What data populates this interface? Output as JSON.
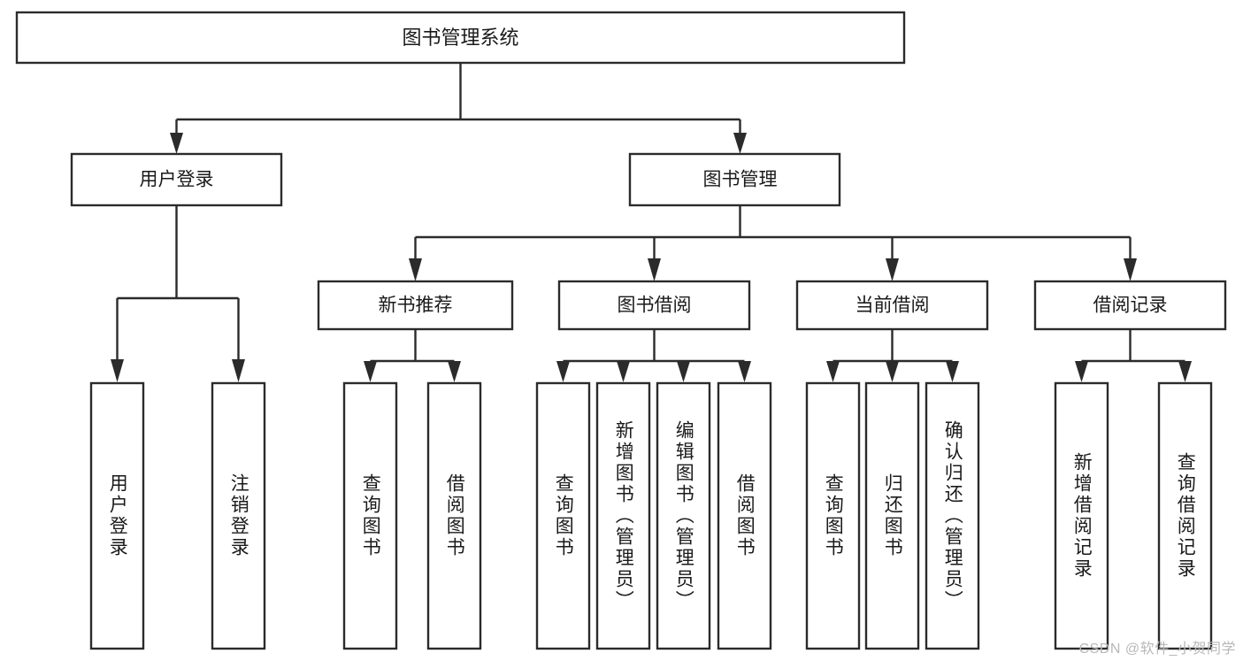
{
  "diagram": {
    "type": "tree",
    "title": "图书管理系统",
    "watermark": "CSDN @软件_小贺同学",
    "colors": {
      "stroke": "#2b2b2b",
      "fill": "#ffffff",
      "text": "#1a1a1a",
      "watermark": "#b8b8b8"
    },
    "root": {
      "label": "图书管理系统"
    },
    "level2": [
      {
        "label": "用户登录"
      },
      {
        "label": "图书管理"
      }
    ],
    "level3": [
      {
        "label": "新书推荐"
      },
      {
        "label": "图书借阅"
      },
      {
        "label": "当前借阅"
      },
      {
        "label": "借阅记录"
      }
    ],
    "leaves": {
      "user_login": [
        {
          "label": "用户登录"
        },
        {
          "label": "注销登录"
        }
      ],
      "new_book": [
        {
          "label": "查询图书"
        },
        {
          "label": "借阅图书"
        }
      ],
      "borrow_book": [
        {
          "label": "查询图书"
        },
        {
          "label": "新增图书（管理员）"
        },
        {
          "label": "编辑图书（管理员）"
        },
        {
          "label": "借阅图书"
        }
      ],
      "current_borrow": [
        {
          "label": "查询图书"
        },
        {
          "label": "归还图书"
        },
        {
          "label": "确认归还（管理员）"
        }
      ],
      "borrow_record": [
        {
          "label": "新增借阅记录"
        },
        {
          "label": "查询借阅记录"
        }
      ]
    }
  }
}
